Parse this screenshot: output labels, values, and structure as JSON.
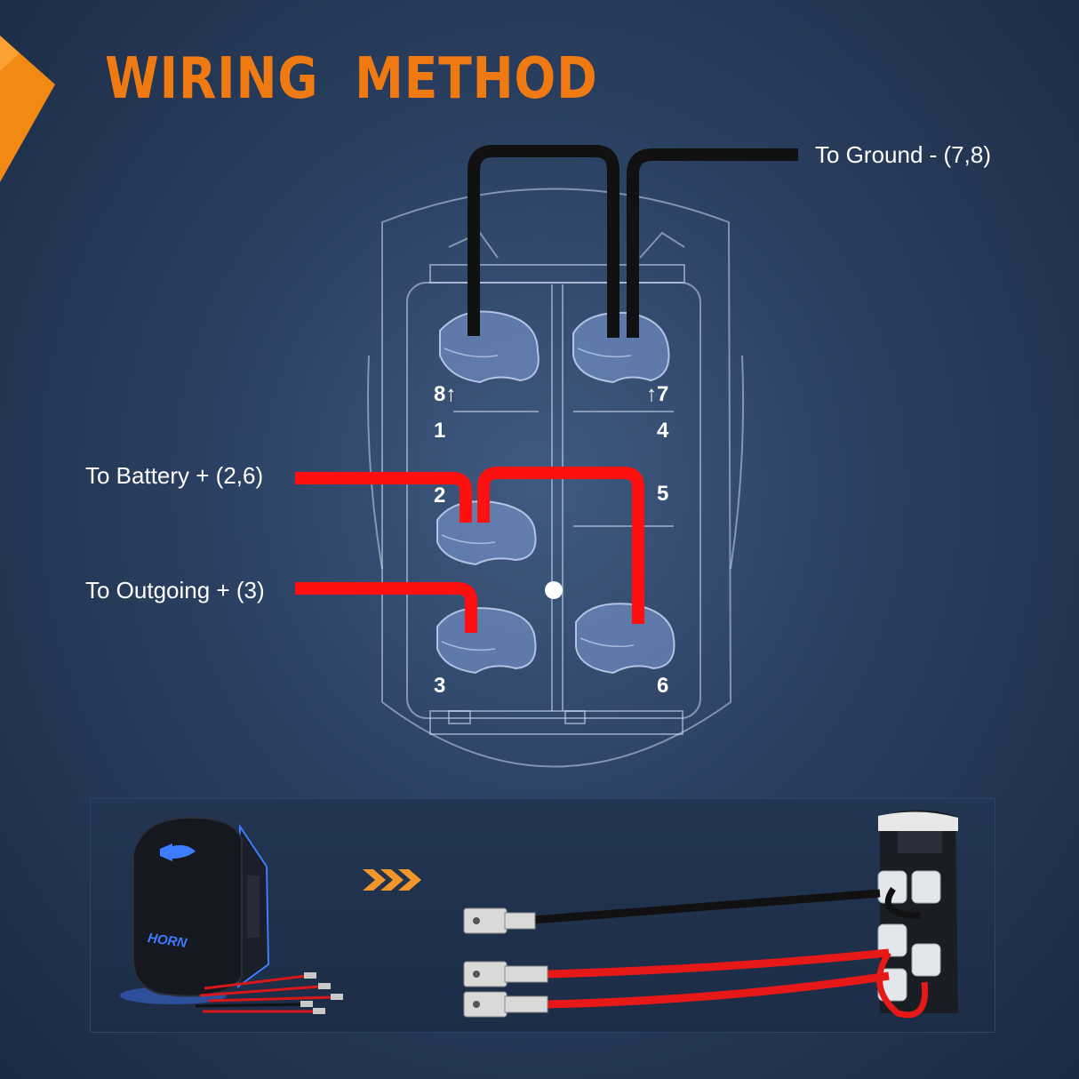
{
  "title": "WIRING METHOD",
  "labels": {
    "ground": "To Ground - (7,8)",
    "battery": "To Battery + (2,6)",
    "outgoing": "To Outgoing + (3)"
  },
  "terminals": {
    "t8": "8↑",
    "t7": "↑7",
    "t1": "1",
    "t4": "4",
    "t2": "2",
    "t5": "5",
    "t3": "3",
    "t6": "6"
  },
  "switch_label": "HORN",
  "colors": {
    "title": "#f07a12",
    "ground_wire": "#111111",
    "power_wire": "#ff1010",
    "switch_outline": "#c9d6ee",
    "accent_tab": "#f08a12",
    "horn_backlight": "#3d7bff"
  }
}
